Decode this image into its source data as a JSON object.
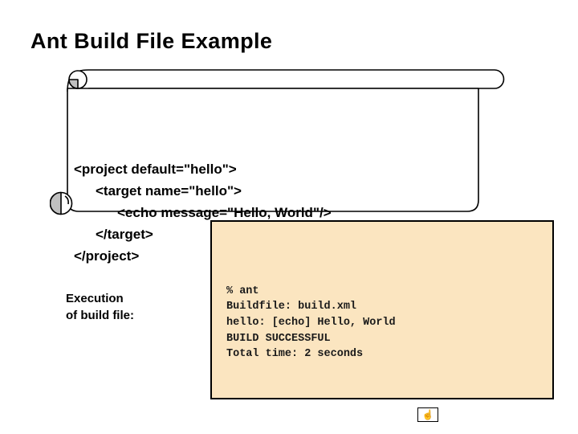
{
  "title": "Ant Build File Example",
  "colors": {
    "background": "#ffffff",
    "title_color": "#000000",
    "code_color": "#000000",
    "label_color": "#000000",
    "outline": "#000000",
    "curl_gray": "#c0c0c0",
    "terminal_bg": "#fbe5c0",
    "terminal_text": "#1a1a1a"
  },
  "scroll_code": {
    "lines": [
      {
        "indent": 0,
        "text": "<project default=\"hello\">"
      },
      {
        "indent": 1,
        "text": "<target name=\"hello\">"
      },
      {
        "indent": 2,
        "text": "<echo message=\"Hello, World\"/>"
      },
      {
        "indent": 1,
        "text": "</target>"
      },
      {
        "indent": 0,
        "text": "</project>"
      }
    ]
  },
  "execution_label": {
    "line1": "Execution",
    "line2": "of build file:"
  },
  "terminal": {
    "lines": [
      "% ant",
      "Buildfile: build.xml",
      "hello: [echo] Hello, World",
      "BUILD SUCCESSFUL",
      "Total time: 2 seconds"
    ]
  },
  "action_icon": {
    "name": "hand-pointer",
    "glyph": "☝"
  }
}
